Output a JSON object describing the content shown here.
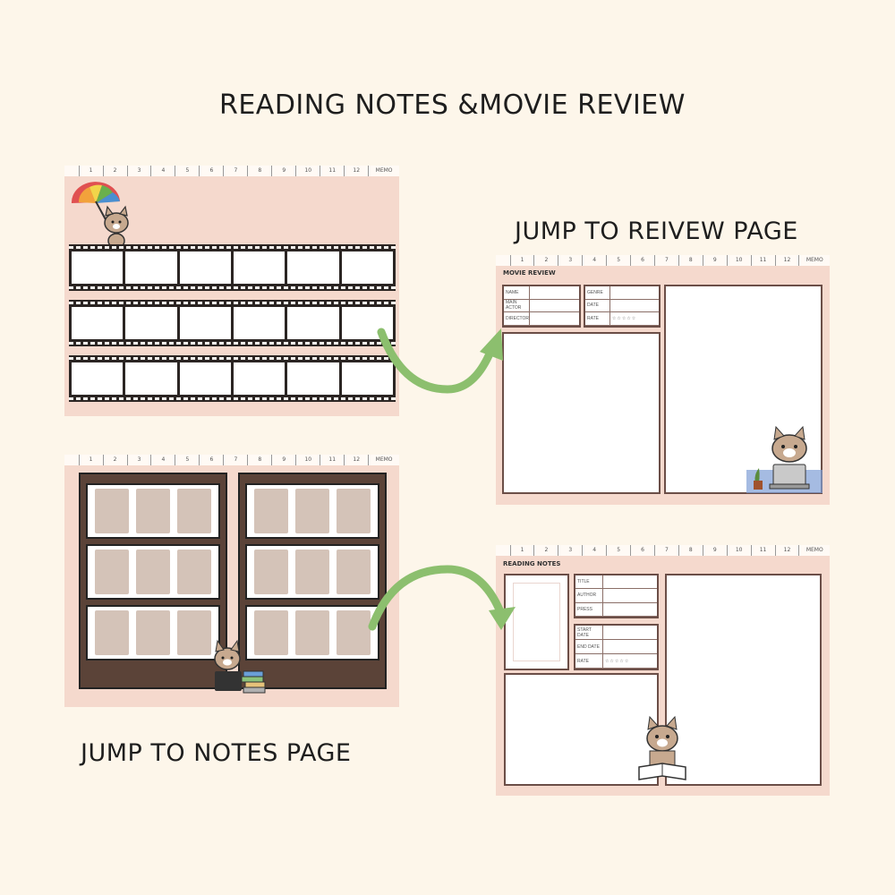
{
  "headings": {
    "main_title": "READING NOTES &MOVIE REVIEW",
    "review_link": "JUMP TO REIVEW PAGE",
    "notes_link": "JUMP TO NOTES PAGE"
  },
  "tabs": [
    "1",
    "2",
    "3",
    "4",
    "5",
    "6",
    "7",
    "8",
    "9",
    "10",
    "11",
    "12",
    "MEMO"
  ],
  "movie_review": {
    "title": "MOVIE REVIEW",
    "fields_left": [
      "NAME",
      "MAIN ACTOR",
      "DIRECTOR"
    ],
    "fields_right": [
      "GENRE",
      "DATE",
      "RATE"
    ],
    "rating_stars": "☆☆☆☆☆"
  },
  "reading_notes": {
    "title": "READING NOTES",
    "fields_top": [
      "TITLE",
      "AUTHOR",
      "PRESS"
    ],
    "fields_bottom": [
      "START DATE",
      "END DATE",
      "RATE"
    ],
    "rating_stars": "☆☆☆☆☆"
  },
  "icons": [
    "umbrella-icon",
    "cat-mascot-icon",
    "laptop-icon",
    "plant-icon",
    "book-icon",
    "books-stack-icon",
    "curved-arrow-icon"
  ],
  "colors": {
    "background": "#fdf6ea",
    "panel": "#f5d9cd",
    "arrow": "#8cbf6e",
    "shelf": "#5b4338"
  }
}
